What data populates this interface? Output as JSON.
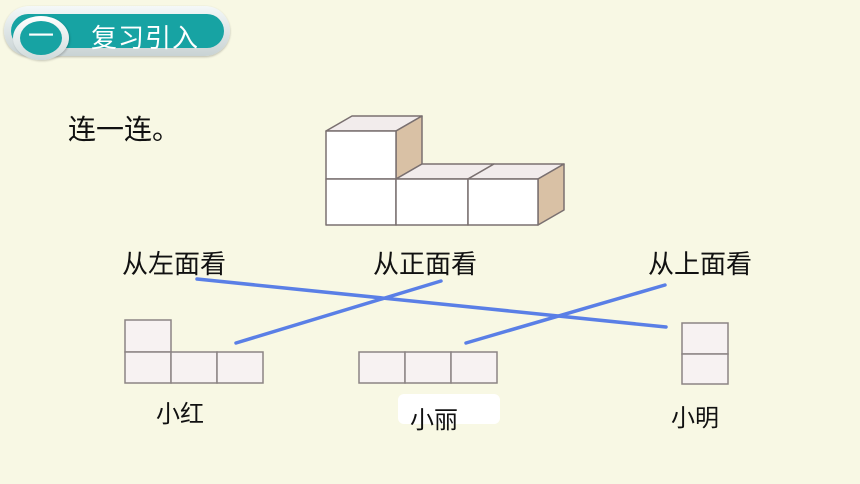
{
  "section": {
    "number": "一",
    "title": "复习引入"
  },
  "instruction": "连一连。",
  "views": {
    "left": "从左面看",
    "front": "从正面看",
    "top": "从上面看"
  },
  "students": {
    "xiaohong": "小红",
    "xiaoli": "小丽",
    "xiaoming": "小明"
  },
  "colors": {
    "teal": "#17a3a3",
    "line_blue": "#5a7fe6",
    "cube_side": "#d9c1a5",
    "cube_top": "#f2ecec",
    "view_cell": "#f7f2f2"
  }
}
